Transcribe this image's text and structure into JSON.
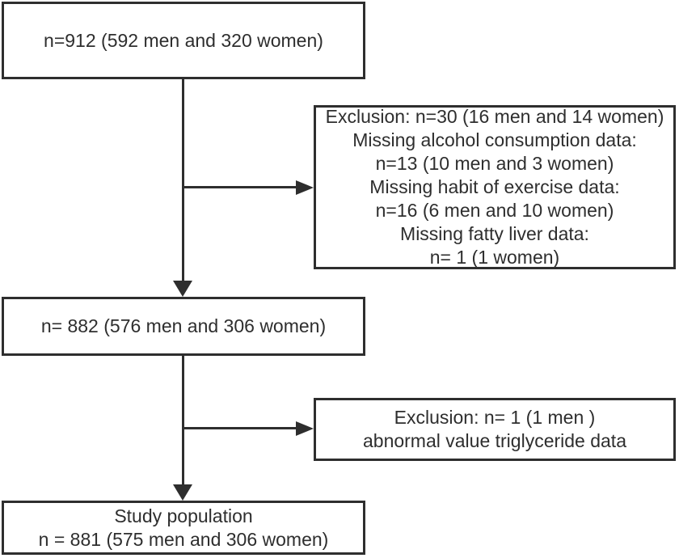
{
  "colors": {
    "stroke": "#2e2e2e",
    "text": "#2e2e2e",
    "background": "#ffffff"
  },
  "nodes": {
    "initial": {
      "lines": [
        "n=912 (592 men and 320 women)"
      ]
    },
    "exclusion_1": {
      "lines": [
        "Exclusion: n=30 (16 men and 14 women)",
        "Missing alcohol consumption data:",
        "n=13 (10 men and 3 women)",
        "Missing habit of exercise data:",
        "n=16 (6 men and 10 women)",
        "Missing fatty liver data:",
        "n= 1 (1 women)"
      ]
    },
    "interim": {
      "lines": [
        "n= 882 (576 men and 306 women)"
      ]
    },
    "exclusion_2": {
      "lines": [
        "Exclusion: n= 1 (1 men )",
        "abnormal value triglyceride data"
      ]
    },
    "study_population": {
      "lines": [
        "Study population",
        "n = 881 (575 men and 306 women)"
      ]
    }
  },
  "edges": [
    {
      "from": "initial",
      "to": "interim",
      "style": "arrow-down"
    },
    {
      "from": "initial-to-interim-line",
      "to": "exclusion_1",
      "style": "arrow-right"
    },
    {
      "from": "interim",
      "to": "study_population",
      "style": "arrow-down"
    },
    {
      "from": "interim-to-study-line",
      "to": "exclusion_2",
      "style": "arrow-right"
    }
  ]
}
